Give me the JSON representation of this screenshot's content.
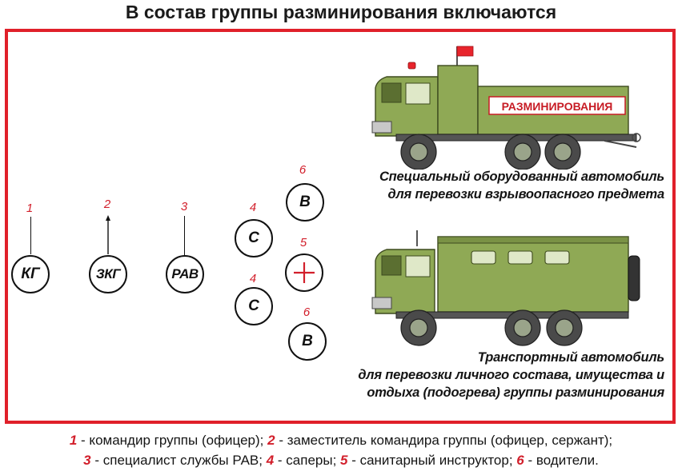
{
  "title": "В состав группы разминирования включаются",
  "members": [
    {
      "num": "1",
      "label": "КГ"
    },
    {
      "num": "2",
      "label": "ЗКГ"
    },
    {
      "num": "3",
      "label": "РАВ"
    },
    {
      "num": "4",
      "label": "С"
    },
    {
      "num": "4",
      "label": "С"
    },
    {
      "num": "5",
      "symbol": "red-cross-icon"
    },
    {
      "num": "6",
      "label": "В"
    },
    {
      "num": "6",
      "label": "В"
    }
  ],
  "vehicles": [
    {
      "icon": "demining-truck-icon",
      "body_label": "РАЗМИНИРОВАНИЯ",
      "caption_line1": "Специальный оборудованный автомобиль",
      "caption_line2": "для перевозки взрывоопасного предмета"
    },
    {
      "icon": "transport-truck-icon",
      "caption_line1": "Транспортный автомобиль",
      "caption_line2": "для перевозки личного состава, имущества и",
      "caption_line3": "отдыха (подогрева) группы разминирования"
    }
  ],
  "legend": {
    "line1": [
      {
        "n": "1",
        "text": " - командир группы (офицер); "
      },
      {
        "n": "2",
        "text": " - заместитель командира группы (офицер, сержант);"
      }
    ],
    "line2": [
      {
        "n": "3",
        "text": " - специалист службы РАВ; "
      },
      {
        "n": "4",
        "text": " - саперы; "
      },
      {
        "n": "5",
        "text": " - санитарный инструктор; "
      },
      {
        "n": "6",
        "text": " - водители."
      }
    ]
  },
  "colors": {
    "frame": "#e0202a",
    "accent_numbers": "#d21f2b",
    "truck_body": "#8fa955",
    "flag": "#e8242c"
  }
}
